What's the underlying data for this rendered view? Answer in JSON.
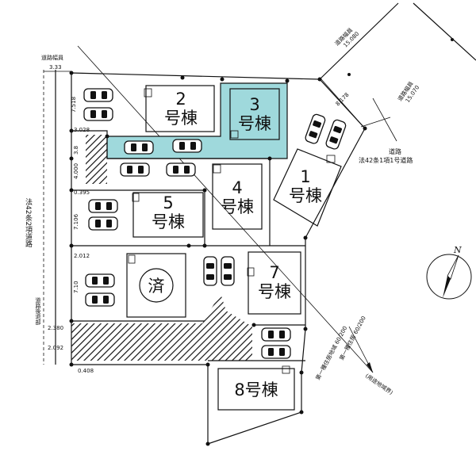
{
  "lots": [
    {
      "id": "2",
      "number": "2",
      "suffix": "号棟"
    },
    {
      "id": "3",
      "number": "3",
      "suffix": "号棟",
      "highlight": true
    },
    {
      "id": "1",
      "number": "1",
      "suffix": "号棟"
    },
    {
      "id": "4",
      "number": "4",
      "suffix": "号棟"
    },
    {
      "id": "5",
      "number": "5",
      "suffix": "号棟"
    },
    {
      "id": "6",
      "number": "済",
      "suffix": ""
    },
    {
      "id": "7",
      "number": "7",
      "suffix": "号棟"
    },
    {
      "id": "8",
      "number": "8号棟",
      "suffix": ""
    }
  ],
  "roads": {
    "top_left_width_label": "道路幅員",
    "top_left_width_value": "3.33",
    "top_right_width_label": "道路幅員",
    "top_right_width_value": "15.080",
    "right_width_label": "道路幅員",
    "right_width_value": "15.070",
    "right_road_title": "道路",
    "right_road_type": "法42条1項1号道路",
    "left_road_vertical_text": "法42条2項道路",
    "left_setback_vertical_text": "道路後退部",
    "zone_line_1": "第一種住居地域 60/200",
    "zone_line_2": "第一種住居 60/200",
    "zone_boundary_vertical": "(用途地域界)"
  },
  "dimensions": {
    "d1": "7.518",
    "d2": "3.028",
    "d3": "3.8",
    "d4": "4.000",
    "d5": "0.395",
    "d6": "7.106",
    "d7": "2.012",
    "d8": "7.10",
    "d9": "2.380",
    "d10": "2.092",
    "d11": "0.408",
    "d12": "8.178"
  },
  "compass": {
    "label": "N",
    "icon": "north-arrow-icon"
  },
  "colors": {
    "highlight": "#9fd9dc",
    "hatch": "#111111"
  }
}
